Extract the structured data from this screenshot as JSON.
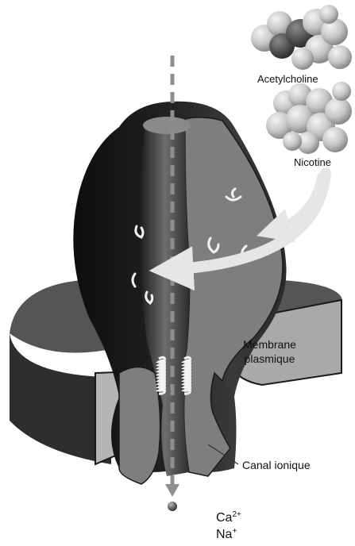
{
  "labels": {
    "acetylcholine": "Acetylcholine",
    "nicotine": "Nicotine",
    "membrane_line1": "Membrane",
    "membrane_line2": "plasmique",
    "canal": "Canal ionique",
    "ca": "Ca",
    "ca_charge": "2+",
    "na": "Na",
    "na_charge": "+"
  },
  "icons": [
    "acetylcholine-molecule-icon",
    "nicotine-molecule-icon",
    "ion-sphere-icon",
    "ligand-binding-site-icon"
  ],
  "colors": {
    "receptor_dark": "#1a1a1a",
    "receptor_cut": "#7e7e7e",
    "membrane_top": "#555555",
    "membrane_front": "#2e2e2e",
    "membrane_cut": "#a9a9a9",
    "axis_dash": "#8f8f8f",
    "arrow": "#e6e6e6",
    "molecule": "#c8c8c8"
  }
}
